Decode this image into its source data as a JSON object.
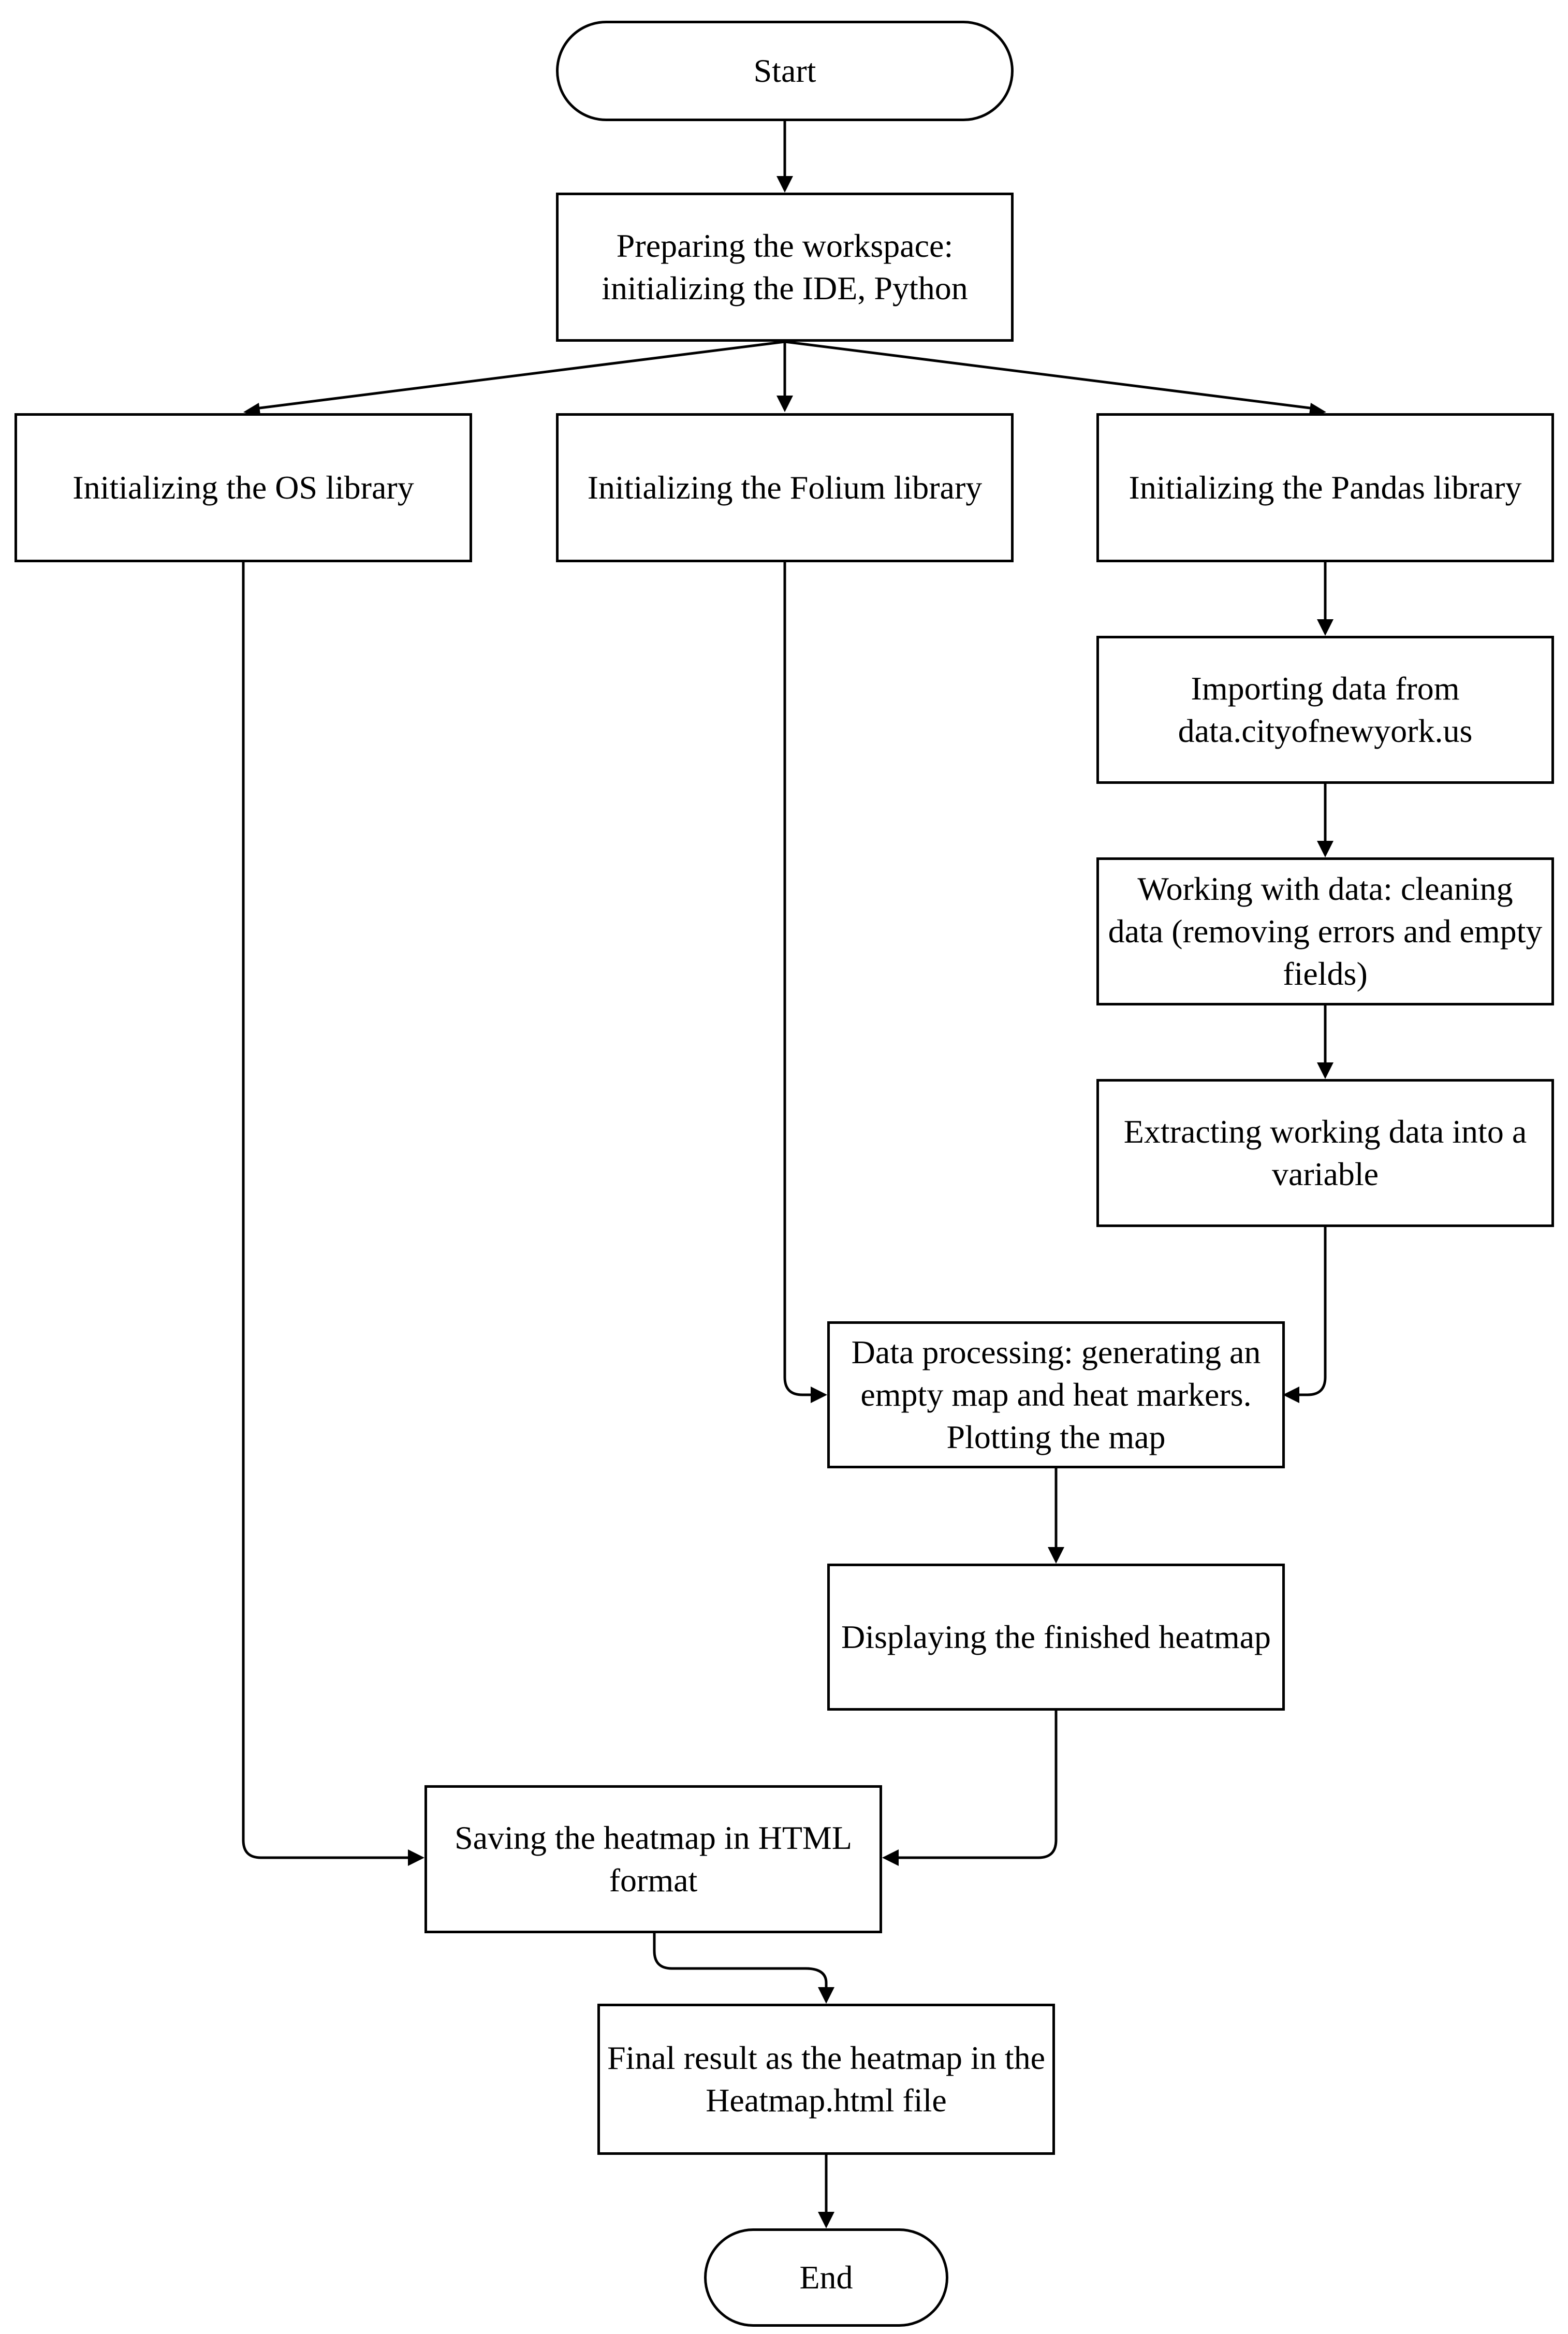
{
  "nodes": {
    "start": "Start",
    "prepare": "Preparing the workspace: initializing the IDE, Python",
    "os": "Initializing the OS library",
    "folium": "Initializing the Folium library",
    "pandas": "Initializing the Pandas library",
    "import": "Importing data from data.cityofnewyork.us",
    "clean": "Working with data: cleaning data (removing errors and empty fields)",
    "extract": "Extracting working data into a variable",
    "process": "Data processing: generating an empty map and heat markers. Plotting the map",
    "display": "Displaying the finished heatmap",
    "save": "Saving the heatmap in HTML format",
    "final": "Final result as the heatmap in the Heatmap.html file",
    "end": "End"
  },
  "edges": [
    {
      "from": "start",
      "to": "prepare"
    },
    {
      "from": "prepare",
      "to": "os"
    },
    {
      "from": "prepare",
      "to": "folium"
    },
    {
      "from": "prepare",
      "to": "pandas"
    },
    {
      "from": "pandas",
      "to": "import"
    },
    {
      "from": "import",
      "to": "clean"
    },
    {
      "from": "clean",
      "to": "extract"
    },
    {
      "from": "folium",
      "to": "process"
    },
    {
      "from": "extract",
      "to": "process"
    },
    {
      "from": "process",
      "to": "display"
    },
    {
      "from": "os",
      "to": "save"
    },
    {
      "from": "display",
      "to": "save"
    },
    {
      "from": "save",
      "to": "final"
    },
    {
      "from": "final",
      "to": "end"
    }
  ]
}
